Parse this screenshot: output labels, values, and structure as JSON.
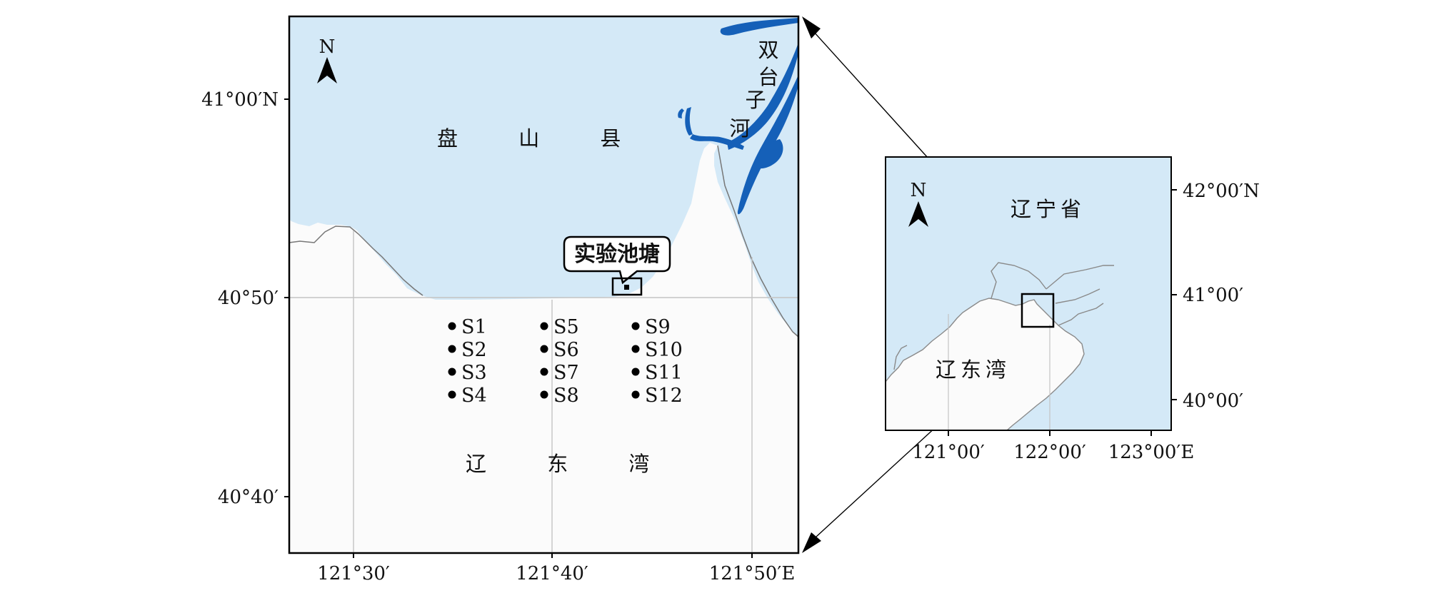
{
  "main_map": {
    "north_label": "N",
    "land_label": "盘 山 县",
    "sea_label": "辽 东 湾",
    "river_chars": [
      "双",
      "台",
      "子",
      "河"
    ],
    "pond_callout": "实验池塘",
    "lat_labels": [
      "41°00′N",
      "40°50′",
      "40°40′"
    ],
    "lon_labels": [
      "121°30′",
      "121°40′",
      "121°50′E"
    ],
    "stations": [
      "S1",
      "S2",
      "S3",
      "S4",
      "S5",
      "S6",
      "S7",
      "S8",
      "S9",
      "S10",
      "S11",
      "S12"
    ]
  },
  "inset_map": {
    "north_label": "N",
    "province_label": "辽宁省",
    "sea_label": "辽东湾",
    "lat_labels": [
      "42°00′N",
      "41°00′",
      "40°00′"
    ],
    "lon_labels": [
      "121°00′",
      "122°00′",
      "123°00′E"
    ]
  },
  "colors": {
    "land": "#d4e9f7",
    "sea": "#fbfbfb",
    "river": "#1560b8",
    "grid": "#c4c4c4",
    "frame": "#000000"
  }
}
